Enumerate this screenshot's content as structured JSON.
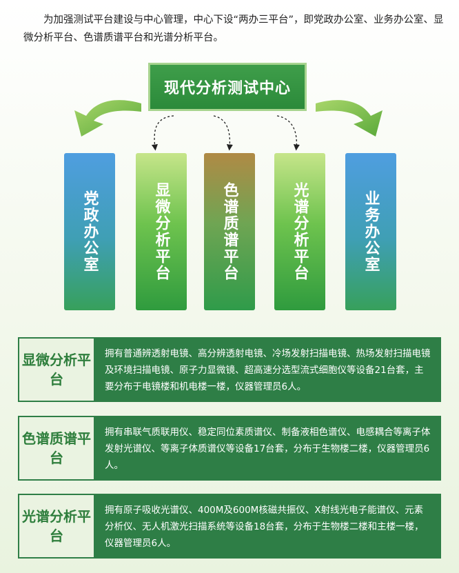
{
  "intro": "为加强测试平台建设与中心管理，中心下设“两办三平台”，即党政办公室、业务办公室、显微分析平台、色谱质谱平台和光谱分析平台。",
  "center": "现代分析测试中心",
  "columns": [
    {
      "label": "党政办公室",
      "color": "#4f9ee0"
    },
    {
      "label": "显微分析平台",
      "color": "#6ec34e"
    },
    {
      "label": "色谱质谱平台",
      "color": "#b08a45"
    },
    {
      "label": "光谱分析平台",
      "color": "#6ec34e"
    },
    {
      "label": "业务办公室",
      "color": "#4f9ee0"
    }
  ],
  "panels": [
    {
      "title": "显微分析平台",
      "body": "拥有普通辨透射电镜、高分辨透射电镜、冷场发射扫描电镜、热场发射扫描电镜及环境扫描电镜、原子力显微镜、超高速分选型流式细胞仪等设备21台套，主要分布于电镜楼和机电楼一楼，仪器管理员6人。"
    },
    {
      "title": "色谱质谱平台",
      "body": "拥有串联气质联用仪、稳定同位素质谱仪、制备液相色谱仪、电感耦合等离子体发射光谱仪、等离子体质谱仪等设备17台套，分布于生物楼二楼，仪器管理员6人。"
    },
    {
      "title": "光谱分析平台",
      "body": "拥有原子吸收光谱仪、400M及600M核磁共振仪、X射线光电子能谱仪、元素分析仪、无人机激光扫描系统等设备18台套，分布于生物楼二楼和主楼一楼，仪器管理员6人。"
    }
  ],
  "colors": {
    "dark_green": "#2e7e46",
    "arrow_green": "#7bc142"
  }
}
